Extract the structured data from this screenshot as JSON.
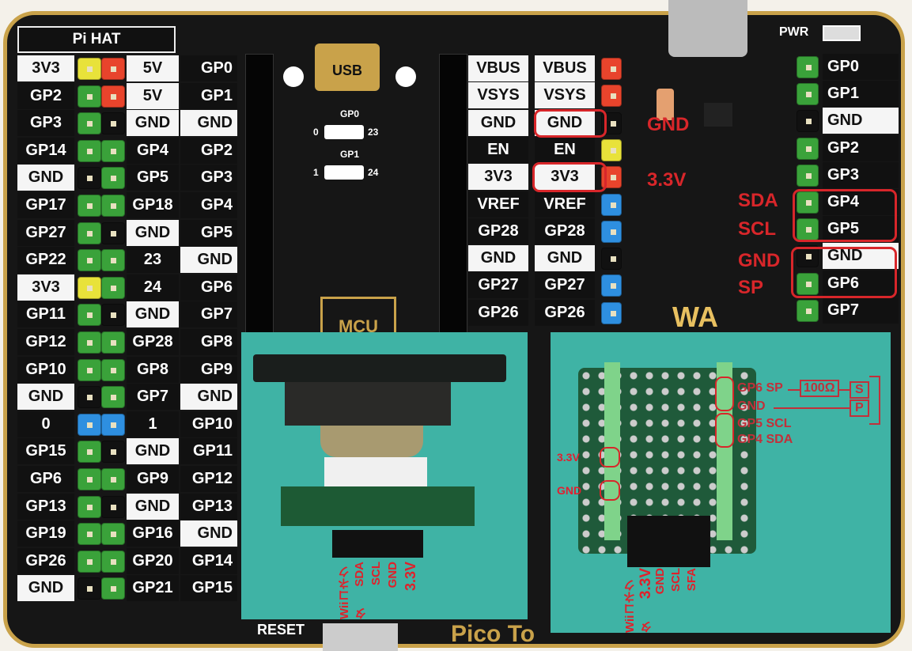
{
  "board": {
    "pi_hat_title": "Pi HAT",
    "pwr_label": "PWR",
    "usb_label": "USB",
    "mcu_label": "MCU",
    "reset_label": "RESET",
    "board_name": "Pico To",
    "gp0_jumper": {
      "label": "GP0",
      "left": "0",
      "right": "23"
    },
    "gp1_jumper": {
      "label": "GP1",
      "left": "1",
      "right": "24"
    },
    "colors": {
      "board": "#161616",
      "edge": "#c9a24a",
      "annotation": "#d8262a",
      "inset_bg": "#3fb3a5"
    }
  },
  "pi_hat": {
    "left_labels": [
      "3V3",
      "GP2",
      "GP3",
      "GP14",
      "GND",
      "GP17",
      "GP27",
      "GP22",
      "3V3",
      "GP11",
      "GP12",
      "GP10",
      "GND",
      "0",
      "GP15",
      "GP6",
      "GP13",
      "GP19",
      "GP26",
      "GND"
    ],
    "left_white": [
      0,
      4,
      8,
      12,
      19
    ],
    "left_pins": [
      "yellow",
      "green",
      "green",
      "green",
      "black",
      "green",
      "green",
      "green",
      "yellow",
      "green",
      "green",
      "green",
      "black",
      "blue",
      "green",
      "green",
      "green",
      "green",
      "green",
      "black"
    ],
    "right_labels": [
      "5V",
      "5V",
      "GND",
      "GP4",
      "GP5",
      "GP18",
      "GND",
      "23",
      "24",
      "GND",
      "GP28",
      "GP8",
      "GP7",
      "1",
      "GND",
      "GP9",
      "GND",
      "GP16",
      "GP20",
      "GP21"
    ],
    "right_white": [
      0,
      1,
      2,
      6,
      9,
      14,
      16
    ],
    "right_pins": [
      "red",
      "red",
      "black",
      "green",
      "green",
      "green",
      "black",
      "green",
      "green",
      "black",
      "green",
      "green",
      "green",
      "blue",
      "black",
      "green",
      "black",
      "green",
      "green",
      "green"
    ],
    "pico_labels": [
      "GP0",
      "GP1",
      "GND",
      "GP2",
      "GP3",
      "GP4",
      "GP5",
      "GND",
      "GP6",
      "GP7",
      "GP8",
      "GP9",
      "GND",
      "GP10",
      "GP11",
      "GP12",
      "GP13",
      "GND",
      "GP14",
      "GP15"
    ],
    "pico_white": [
      2,
      7,
      12,
      17
    ]
  },
  "pico_right": {
    "outer_labels": [
      "VBUS",
      "VSYS",
      "GND",
      "EN",
      "3V3",
      "VREF",
      "GP28",
      "GND",
      "GP27",
      "GP26"
    ],
    "inner_labels": [
      "VBUS",
      "VSYS",
      "GND",
      "EN",
      "3V3",
      "VREF",
      "GP28",
      "GND",
      "GP27",
      "GP26"
    ],
    "white": [
      0,
      1,
      2,
      4,
      7
    ],
    "pins": [
      "red",
      "red",
      "black",
      "yellow",
      "red",
      "blue",
      "blue",
      "black",
      "blue",
      "blue"
    ]
  },
  "far_right": {
    "labels": [
      "GP0",
      "GP1",
      "GND",
      "GP2",
      "GP3",
      "GP4",
      "GP5",
      "GND",
      "GP6",
      "GP7"
    ],
    "white": [
      2,
      7
    ],
    "pins": [
      "green",
      "green",
      "black",
      "green",
      "green",
      "green",
      "green",
      "black",
      "green",
      "green"
    ]
  },
  "annotations": {
    "gnd": "GND",
    "v33": "3.3V",
    "sda": "SDA",
    "scl": "SCL",
    "gnd2": "GND",
    "sp": "SP"
  },
  "inset_left": {
    "labels": [
      "Wiiコネクタ",
      "SDA",
      "SCL",
      "GND",
      "3.3V"
    ]
  },
  "inset_right": {
    "gp6": "GP6 SP",
    "resistor": "100Ω",
    "s": "S",
    "p": "P",
    "gnd": "GND",
    "gp5": "GP5 SCL",
    "gp4": "GP4 SDA",
    "v33": "3.3V",
    "gnd_left": "GND",
    "bottom_labels": [
      "Wiiコネクタ",
      "3.3V",
      "GND",
      "SCL",
      "SFA"
    ]
  }
}
